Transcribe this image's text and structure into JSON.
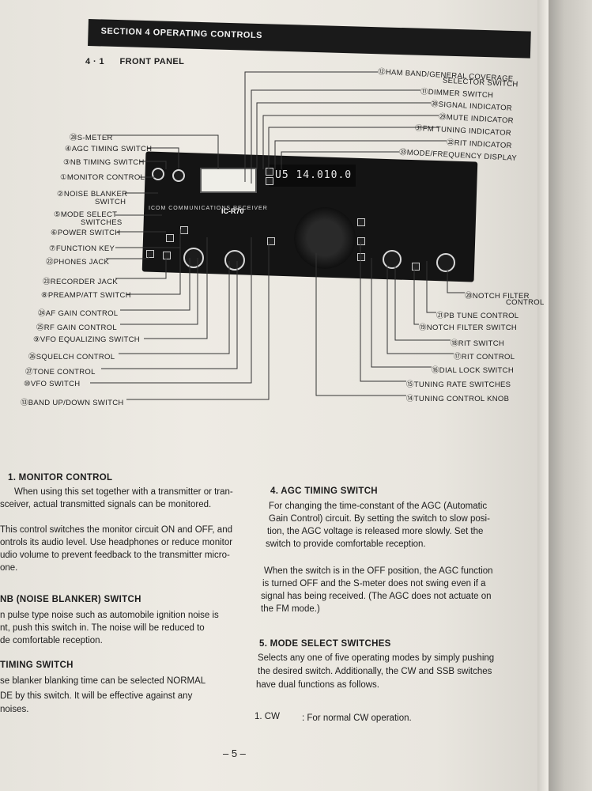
{
  "section": {
    "title": "SECTION 4 OPERATING CONTROLS"
  },
  "subsection": {
    "number": "4 · 1",
    "title": "FRONT PANEL"
  },
  "radio": {
    "brand": "ICOM",
    "caption": "COMMUNICATIONS RECEIVER",
    "model": "IC-R70",
    "display": "U5  14.010.0"
  },
  "labels_right": [
    "⑫HAM BAND/GENERAL COVERAGE",
    "SELECTOR SWITCH",
    "⑪DIMMER SWITCH",
    "㉚SIGNAL INDICATOR",
    "㉙MUTE INDICATOR",
    "㉛FM TUNING INDICATOR",
    "㉜RIT INDICATOR",
    "㉝MODE/FREQUENCY DISPLAY"
  ],
  "labels_left": [
    "㉘S-METER",
    "④AGC TIMING SWITCH",
    "③NB TIMING SWITCH",
    "①MONITOR CONTROL",
    "②NOISE BLANKER",
    "SWITCH",
    "⑤MODE SELECT",
    "SWITCHES",
    "⑥POWER SWITCH",
    "⑦FUNCTION KEY",
    "㉒PHONES JACK",
    "㉓RECORDER JACK",
    "⑧PREAMP/ATT SWITCH",
    "㉔AF GAIN CONTROL",
    "㉕RF GAIN CONTROL",
    "⑨VFO EQUALIZING SWITCH",
    "㉖SQUELCH CONTROL",
    "㉗TONE CONTROL",
    "⑩VFO SWITCH",
    "⑬BAND UP/DOWN SWITCH"
  ],
  "labels_bottom_right": [
    "⑳NOTCH FILTER",
    "CONTROL",
    "㉑PB TUNE CONTROL",
    "⑲NOTCH FILTER SWITCH",
    "⑱RIT SWITCH",
    "⑰RIT CONTROL",
    "⑯DIAL LOCK SWITCH",
    "⑮TUNING RATE SWITCHES",
    "⑭TUNING CONTROL KNOB"
  ],
  "text_left": {
    "h1": "1. MONITOR CONTROL",
    "p1a": "When using this set together with a transmitter or tran-",
    "p1b": "sceiver, actual transmitted signals can be monitored.",
    "p2a": "This control switches the monitor circuit ON and OFF, and",
    "p2b": "ontrols its audio level.  Use headphones or reduce monitor",
    "p2c": "udio volume to prevent feedback to the transmitter micro-",
    "p2d": "one.",
    "h2": "NB (NOISE BLANKER) SWITCH",
    "p3a": "n pulse type noise such as automobile ignition noise is",
    "p3b": "nt, push this switch in.  The noise will be reduced to",
    "p3c": "de comfortable reception.",
    "h3": "TIMING SWITCH",
    "p4a": "se blanker blanking time can be selected NORMAL",
    "p4b": "DE by this switch.  It will be effective against any",
    "p4c": "noises."
  },
  "text_right": {
    "h4": "4. AGC TIMING SWITCH",
    "p1a": "For changing the time-constant of the AGC (Automatic",
    "p1b": "Gain Control) circuit.  By setting the switch to slow posi-",
    "p1c": "tion, the AGC voltage is released more slowly.  Set the",
    "p1d": "switch to provide comfortable reception.",
    "p2a": "When the switch is in the OFF position, the AGC function",
    "p2b": "is turned OFF and the S-meter does not swing even if a",
    "p2c": "signal has being received.  (The AGC does not actuate on",
    "p2d": "the FM mode.)",
    "h5": "5. MODE SELECT SWITCHES",
    "p3a": "Selects any one of five operating modes by simply pushing",
    "p3b": "the desired switch.  Additionally, the CW and SSB switches",
    "p3c": "have dual functions as follows.",
    "item_num": "1. CW",
    "item_text": ": For normal CW operation."
  },
  "page_number": "– 5 –"
}
